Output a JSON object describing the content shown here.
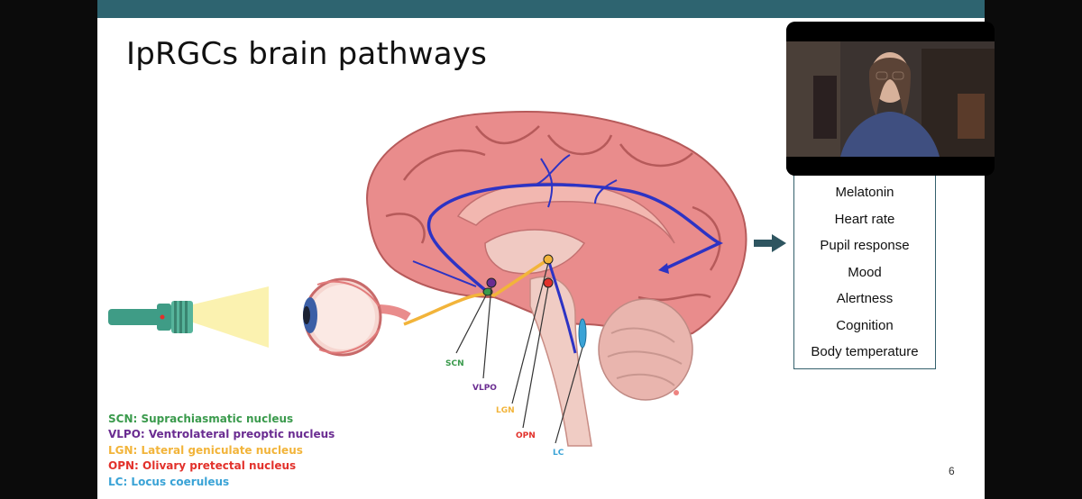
{
  "slide": {
    "title": "IpRGCs brain pathways",
    "page_number": "6"
  },
  "diagram_labels": {
    "scn": "SCN",
    "vlpo": "VLPO",
    "lgn": "LGN",
    "opn": "OPN",
    "lc": "LC"
  },
  "legend": [
    {
      "text": "SCN: Suprachiasmatic nucleus",
      "color": "#3a9a4c"
    },
    {
      "text": "VLPO: Ventrolateral preoptic nucleus",
      "color": "#6a2c91"
    },
    {
      "text": "LGN: Lateral geniculate nucleus",
      "color": "#f2b43a"
    },
    {
      "text": "OPN: Olivary pretectal nucleus",
      "color": "#e2312b"
    },
    {
      "text": "LC: Locus coeruleus",
      "color": "#3aa3d6"
    }
  ],
  "effects": [
    "Melatonin",
    "Heart rate",
    "Pupil response",
    "Mood",
    "Alertness",
    "Cognition",
    "Body temperature"
  ],
  "colors": {
    "topbar": "#2e6470",
    "arrow": "#2e5560",
    "pathway_blue": "#2d33c4",
    "pathway_yellow": "#f2b43a",
    "brain_pink": "#e98c8c"
  },
  "video": {
    "icon": "participant-video"
  }
}
